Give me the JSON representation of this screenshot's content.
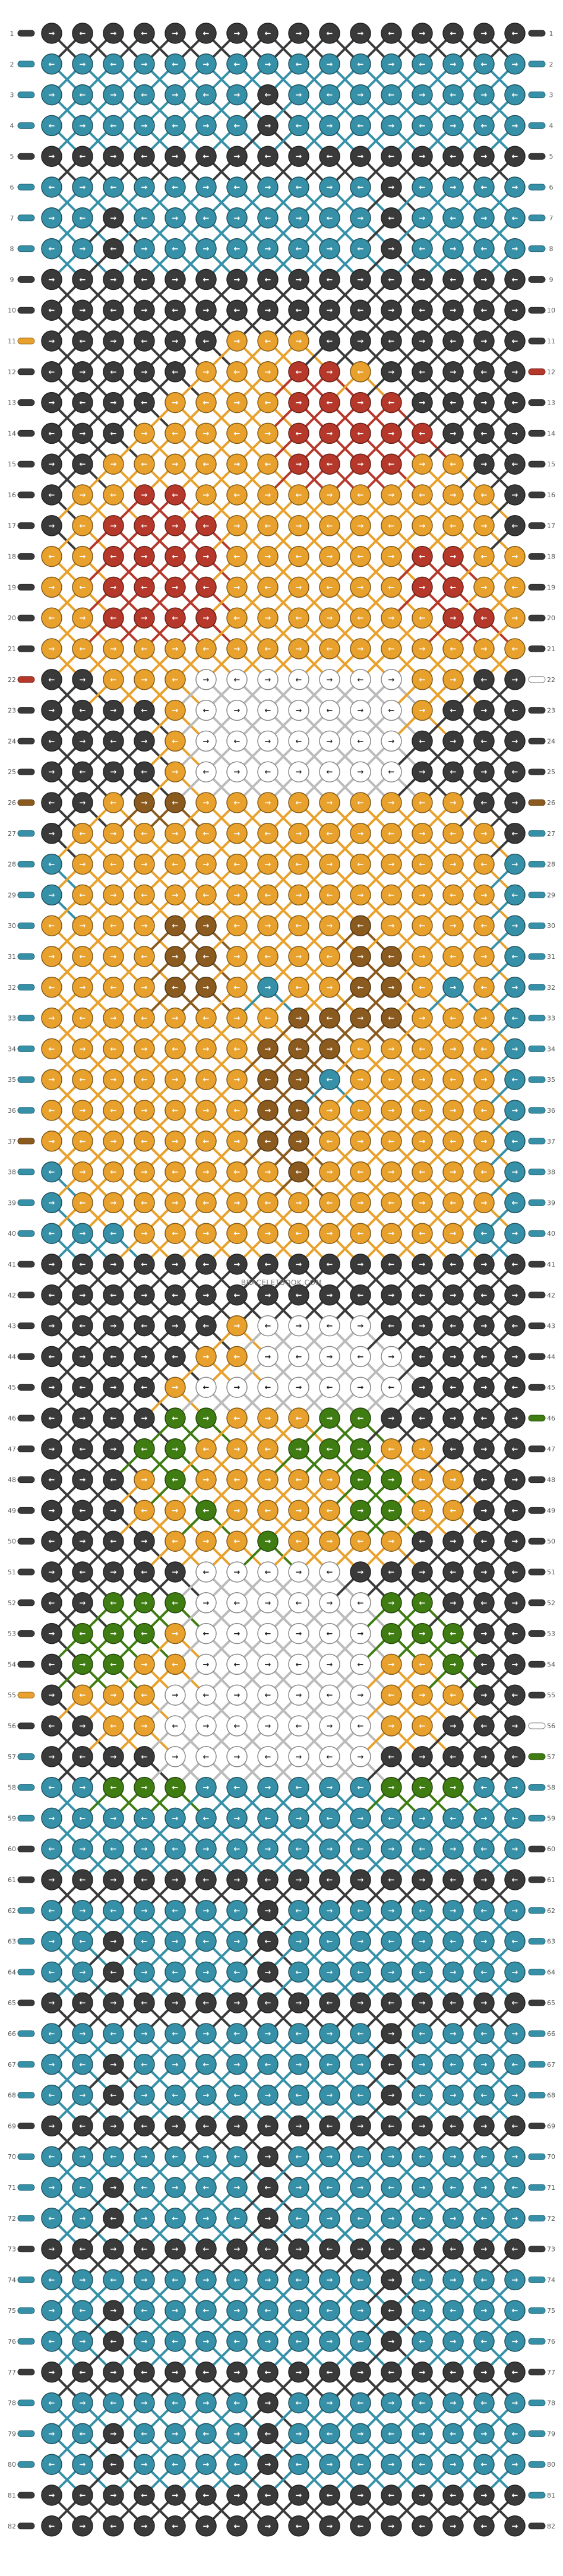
{
  "pattern": {
    "rows": 82,
    "columns": 16,
    "watermark": "BRACELETBOOK.COM",
    "colors": {
      "A": "#3a3a3a",
      "B": "#3691a8",
      "C": "#e8a12c",
      "D": "#b5382a",
      "E": "#ffffff",
      "F": "#8a5a1e",
      "G": "#3f7d12"
    },
    "string_colors_left": [
      "A",
      "B",
      "B",
      "B",
      "A",
      "B",
      "B",
      "B",
      "A",
      "A",
      "C",
      "A",
      "A",
      "A",
      "A",
      "A",
      "A",
      "A",
      "A",
      "A",
      "A",
      "D",
      "A",
      "A",
      "A",
      "F",
      "B",
      "B",
      "B",
      "B",
      "B",
      "B",
      "B",
      "B",
      "B",
      "B",
      "F",
      "B",
      "B",
      "B",
      "A",
      "A",
      "A",
      "A",
      "A",
      "A",
      "A",
      "A",
      "A",
      "A",
      "A",
      "A",
      "A",
      "A",
      "C",
      "A",
      "B",
      "B",
      "B",
      "A",
      "A",
      "B",
      "B",
      "B",
      "A",
      "B",
      "B",
      "B",
      "A",
      "B",
      "B",
      "B",
      "A",
      "B",
      "B",
      "B",
      "A",
      "B",
      "B",
      "B",
      "A",
      "A"
    ],
    "string_colors_right": [
      "A",
      "B",
      "B",
      "B",
      "A",
      "B",
      "B",
      "B",
      "A",
      "A",
      "A",
      "D",
      "A",
      "A",
      "A",
      "A",
      "A",
      "A",
      "A",
      "A",
      "A",
      "E",
      "A",
      "A",
      "A",
      "F",
      "B",
      "B",
      "B",
      "B",
      "B",
      "B",
      "B",
      "B",
      "B",
      "B",
      "B",
      "B",
      "B",
      "B",
      "A",
      "A",
      "A",
      "A",
      "A",
      "G",
      "A",
      "A",
      "A",
      "A",
      "A",
      "A",
      "A",
      "A",
      "A",
      "E",
      "G",
      "B",
      "B",
      "A",
      "A",
      "B",
      "B",
      "B",
      "A",
      "B",
      "B",
      "B",
      "A",
      "B",
      "B",
      "B",
      "A",
      "B",
      "B",
      "B",
      "A",
      "B",
      "B",
      "B",
      "B",
      "A"
    ],
    "grid": [
      "AAAAAAAAAAAAAAAA",
      "BBBBBBBBBBBBBBBB",
      "BBBBBBBABBBBBBBB",
      "BBBBBBBABBBBBBBB",
      "AAAAAAAAAAAAAAAA",
      "BBBBBBBBBBBABBBB",
      "BBABBBBBBBBABBBB",
      "BBABBBBBBBBABBBB",
      "AAAAAAAAAAAAAAAA",
      "AAAAAAAAAAAAAAAA",
      "AAAAAACCCAAAAAAA",
      "AAAAACCCDDCAAAAA",
      "AAAACCCCDDDDAAAA",
      "AAACCCCCDDDDDAAA",
      "AACCCCCCDDDDCCAA",
      "ACCDDCCCCCCCCCCA",
      "ACDDDDCCCCCCCCCA",
      "CCDDDDCCCCCCDDCC",
      "CCDDDDCCCCCCDDCC",
      "CCDDDDCCCCCCCDDC",
      "CCCCCCCCCCCCCCCC",
      "AACCCEEEEEEECCAA",
      "AAAACEEEEEEECAAA",
      "AAAACEEEEEEEAAAA",
      "AAAACEEEEEEEAAAA",
      "AACFFCCCCCCCCCAA",
      "ACCCCCCCCCCCCCCA",
      "BCCCCCCCCCCCCCCB",
      "BCCCCCCCCCCCCCCB",
      "CCCCFFCCCCFCCCCB",
      "CCCCFFCCCCFFCCCB",
      "CCCCFFCBCCFFCBCB",
      "CCCCCCCCFFFFCCCB",
      "CCCCCCCFFFCCCCCB",
      "CCCCCCCFFBCCCCCB",
      "CCCCCCCFFCCCCCCB",
      "CCCCCCCFFCCCCCCB",
      "BCCCCCCCFCCCCCCB",
      "BCCCCCCCCCCCCCCB",
      "BBBCCCCCCCCCCCBB",
      "AAAAAAAAAAAAAAAA",
      "AAAAAAAAAAAAAAAA",
      "AAAAAACEEEEAAAAA",
      "AAAAACCEEEEEAAAA",
      "AAAACEEEEEEEAAAA",
      "AAAAGGCCCGGAAAAA",
      "AAAGGCCCGGGCCAAA",
      "AAACGCCCCCGGCCAA",
      "AAACCGCCCCGGCCAA",
      "AAAACCCGCCCCAAAA",
      "AAAAAEEEEEAAAAAA",
      "AAGGGEEEEEEGGAAA",
      "AGGGCEEEEEEGGGAA",
      "AGGCCEEEEEECCGAA",
      "ACCCEEEEEEECCCAA",
      "AACCEEEEEEECCAAA",
      "AAAAEEEEEEEAAAAA",
      "BBGGGBBBBBBGGGBB",
      "BBBBBBBBBBBBBBBB",
      "BBBBBBBBBBBBBBBB",
      "AAAAAAAAAAAAAAAA",
      "BBBBBBBABBBBBBBB",
      "BBABBBBABBBBBBBB",
      "BBABBBBABBBBBBBB",
      "AAAAAAAAAAAAAAAA",
      "BBBBBBBBBBBABBBB",
      "BBABBBBBBBBABBBB",
      "BBABBBBBBBBABBBB",
      "AAAAAAAAAAAAAAAA",
      "BBBBBBBABBBBBBBB",
      "BBABBBBABBBBBBBB",
      "BBABBBBABBBBBBBB",
      "AAAAAAAAAAAAAAAA",
      "BBBBBBBBBBBABBBB",
      "BBABBBBBBBBABBBB",
      "BBABBBBBBBBABBBB",
      "AAAAAAAAAAAAAAAA",
      "BBBBBBBABBBBBBBB",
      "BBABBBBABBBBBBBB",
      "BBABBBBABBBBBBBB",
      "AAAAAAAAAAAAAAAA",
      "AAAAAAAAAAAAAAAA"
    ]
  }
}
